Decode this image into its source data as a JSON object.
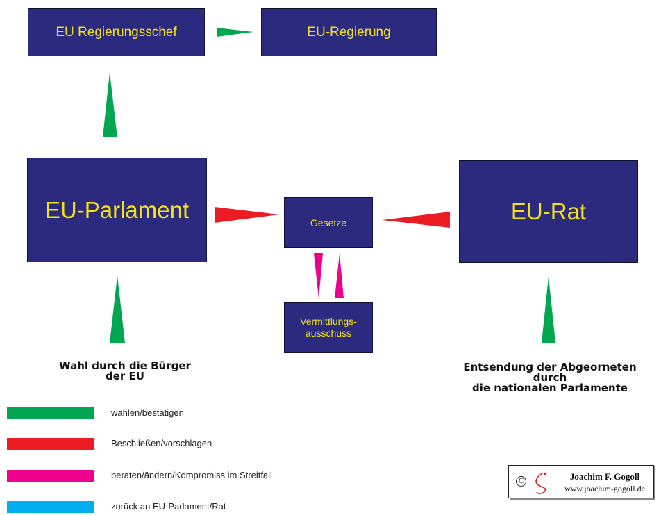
{
  "nodes": {
    "regierungschef": "EU Regierungsschef",
    "regierung": "EU-Regierung",
    "parlament": "EU-Parlament",
    "gesetze": "Gesetze",
    "rat": "EU-Rat",
    "vermittlung": "Vermittlungs-\nausschuss"
  },
  "captions": {
    "left": "Wahl durch die Bürger\nder EU",
    "right": "Entsendung der Abgeorneten\ndurch\ndie nationalen Parlamente"
  },
  "legend": [
    {
      "color": "#00a650",
      "label": "wählen/bestätigen"
    },
    {
      "color": "#ed1c24",
      "label": "Beschließen/vorschlagen"
    },
    {
      "color": "#ec008c",
      "label": "beraten/ändern/Kompromiss im Streitfall"
    },
    {
      "color": "#00aeef",
      "label": "zurück an EU-Parlament/Rat"
    }
  ],
  "colors": {
    "box_fill": "#2b2a7e",
    "box_text": "#f2e21a",
    "green": "#00a650",
    "red": "#ed1c24",
    "magenta": "#ec008c"
  },
  "copyright": {
    "symbol": "C",
    "name": "Joachim F. Gogoll",
    "url": "www.joachim-gogoll.de"
  }
}
